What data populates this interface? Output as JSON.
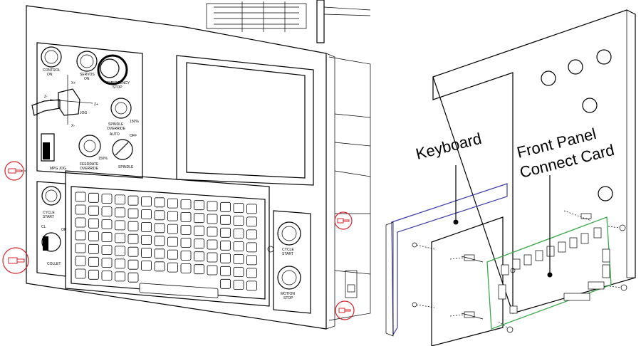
{
  "left_panel": {
    "knob_labels": {
      "control_on": "CONTROL\nON",
      "servos_on": "SERVOS\nON",
      "emergency_stop": "EMERGENCY\nSTOP",
      "jog": "JOG",
      "spindle_override": "SPINDLE\nOVERRIDE",
      "pct_150_a": "150%",
      "mpg_jog": "MPG JOG",
      "feedrate_override": "FEEDRATE\nOVERRIDE",
      "pct_150_b": "150%",
      "auto": "AUTO",
      "off": "OFF",
      "spindle": "SPINDLE",
      "cycle_start_left": "CYCLE\nSTART",
      "collet": "COLLET",
      "cl": "CL",
      "op": "OP",
      "cycle_start_right": "CYCLE\nSTART",
      "motion_stop": "MOTION\nSTOP"
    },
    "axis_labels": {
      "z_minus": "Z-",
      "z_plus": "Z+",
      "x_plus": "X+",
      "x_minus": "X-"
    }
  },
  "right_panel": {
    "callouts": {
      "keyboard": "Keyboard",
      "front_panel_line1": "Front Panel",
      "front_panel_line2": "Connect Card"
    }
  },
  "colors": {
    "screw_circle": "#d9232a",
    "keyboard_edge": "#3a3aa8",
    "board_edge": "#3aa84a"
  }
}
